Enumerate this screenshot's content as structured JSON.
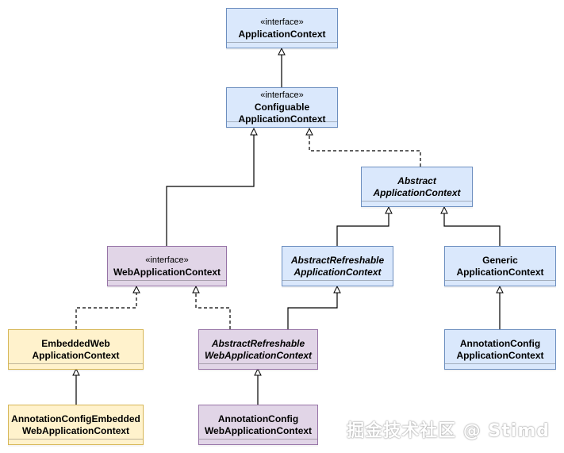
{
  "nodes": {
    "application_context": {
      "stereotype": "«interface»",
      "line1": "ApplicationContext",
      "line2": ""
    },
    "configurable_application_context": {
      "stereotype": "«interface»",
      "line1": "Configuable",
      "line2": "ApplicationContext"
    },
    "abstract_application_context": {
      "stereotype": "",
      "line1": "Abstract",
      "line2": "ApplicationContext"
    },
    "web_application_context": {
      "stereotype": "«interface»",
      "line1": "WebApplicationContext",
      "line2": ""
    },
    "abstract_refreshable_application_context": {
      "stereotype": "",
      "line1": "AbstractRefreshable",
      "line2": "ApplicationContext"
    },
    "generic_application_context": {
      "stereotype": "",
      "line1": "Generic",
      "line2": "ApplicationContext"
    },
    "embedded_web_application_context": {
      "stereotype": "",
      "line1": "EmbeddedWeb",
      "line2": "ApplicationContext"
    },
    "abstract_refreshable_web_application_context": {
      "stereotype": "",
      "line1": "AbstractRefreshable",
      "line2": "WebApplicationContext"
    },
    "annotation_config_application_context": {
      "stereotype": "",
      "line1": "AnnotationConfig",
      "line2": "ApplicationContext"
    },
    "annotation_config_embedded_web_application_context": {
      "stereotype": "",
      "line1": "AnnotationConfigEmbedded",
      "line2": "WebApplicationContext"
    },
    "annotation_config_web_application_context": {
      "stereotype": "",
      "line1": "AnnotationConfig",
      "line2": "WebApplicationContext"
    }
  },
  "colors": {
    "blue_fill": "#dae8fc",
    "purple_fill": "#e1d5e7",
    "yellow_fill": "#fff2cc",
    "edge": "#000000"
  },
  "watermark": "掘金技术社区 @ Stimd"
}
